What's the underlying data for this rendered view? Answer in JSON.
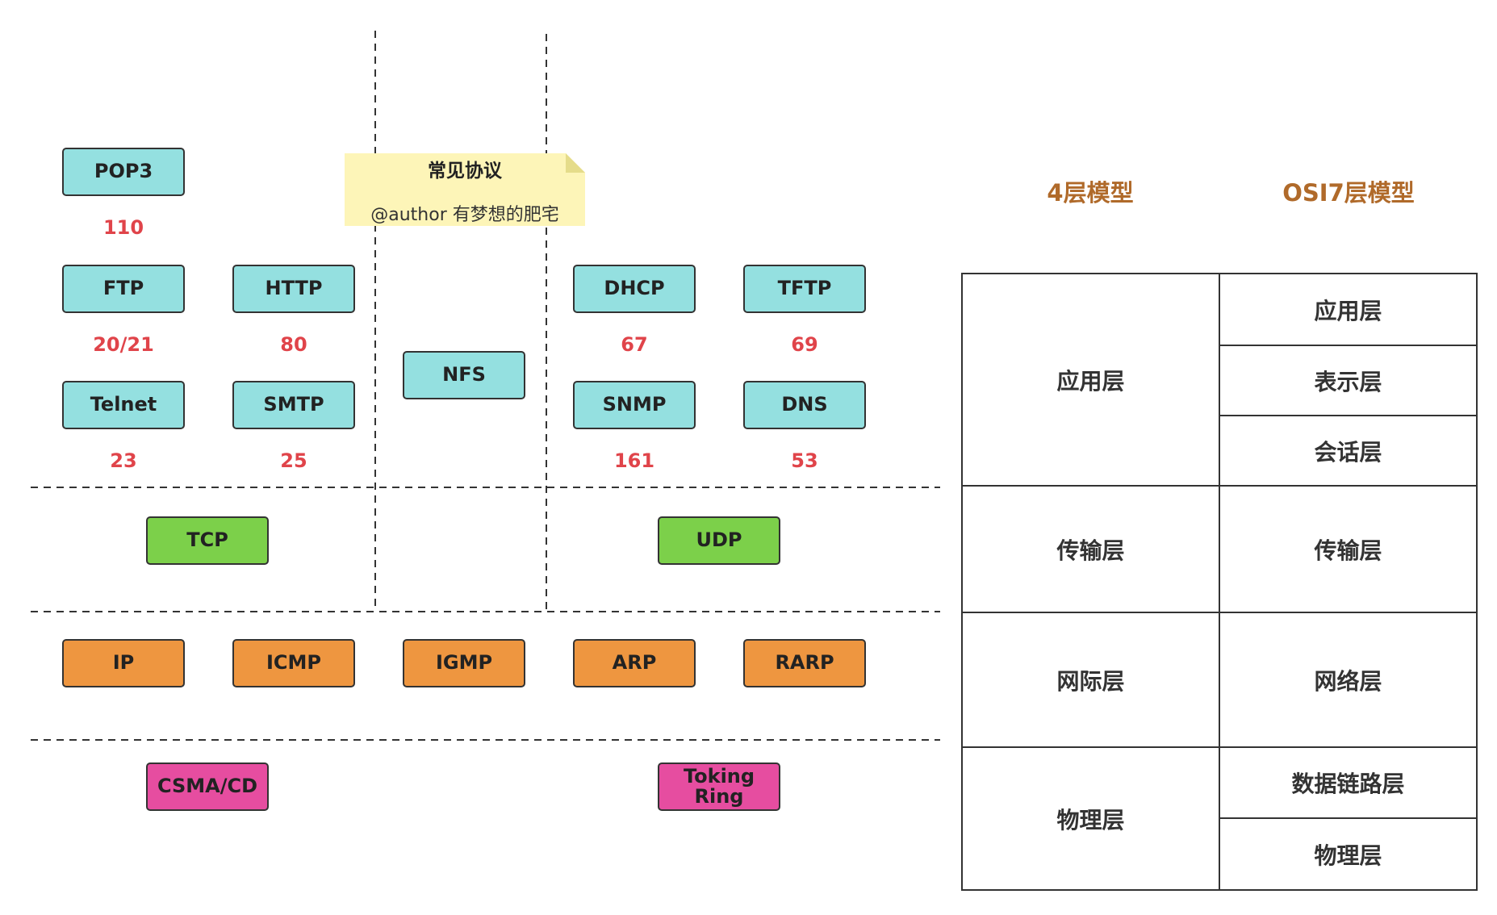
{
  "note": {
    "title": "常见协议",
    "author": "@author 有梦想的肥宅"
  },
  "app_protocols": {
    "pop3": {
      "label": "POP3",
      "port": "110"
    },
    "ftp": {
      "label": "FTP",
      "port": "20/21"
    },
    "http": {
      "label": "HTTP",
      "port": "80"
    },
    "telnet": {
      "label": "Telnet",
      "port": "23"
    },
    "smtp": {
      "label": "SMTP",
      "port": "25"
    },
    "nfs": {
      "label": "NFS"
    },
    "dhcp": {
      "label": "DHCP",
      "port": "67"
    },
    "tftp": {
      "label": "TFTP",
      "port": "69"
    },
    "snmp": {
      "label": "SNMP",
      "port": "161"
    },
    "dns": {
      "label": "DNS",
      "port": "53"
    }
  },
  "transport_protocols": {
    "tcp": "TCP",
    "udp": "UDP"
  },
  "network_protocols": {
    "ip": "IP",
    "icmp": "ICMP",
    "igmp": "IGMP",
    "arp": "ARP",
    "rarp": "RARP"
  },
  "physical_protocols": {
    "csma": "CSMA/CD",
    "token_ring": "Toking Ring"
  },
  "models": {
    "four_layer_title": "4层模型",
    "osi_title": "OSI7层模型",
    "four_layer": [
      "应用层",
      "传输层",
      "网际层",
      "物理层"
    ],
    "osi_layers": [
      "应用层",
      "表示层",
      "会话层",
      "传输层",
      "网络层",
      "数据链路层",
      "物理层"
    ]
  },
  "colors": {
    "application": "#94e0e0",
    "transport": "#7cd04a",
    "network": "#ee9640",
    "physical": "#e64da0",
    "port_text": "#e0444a",
    "model_title": "#b06a2a",
    "note_bg": "#fdf5b8"
  }
}
